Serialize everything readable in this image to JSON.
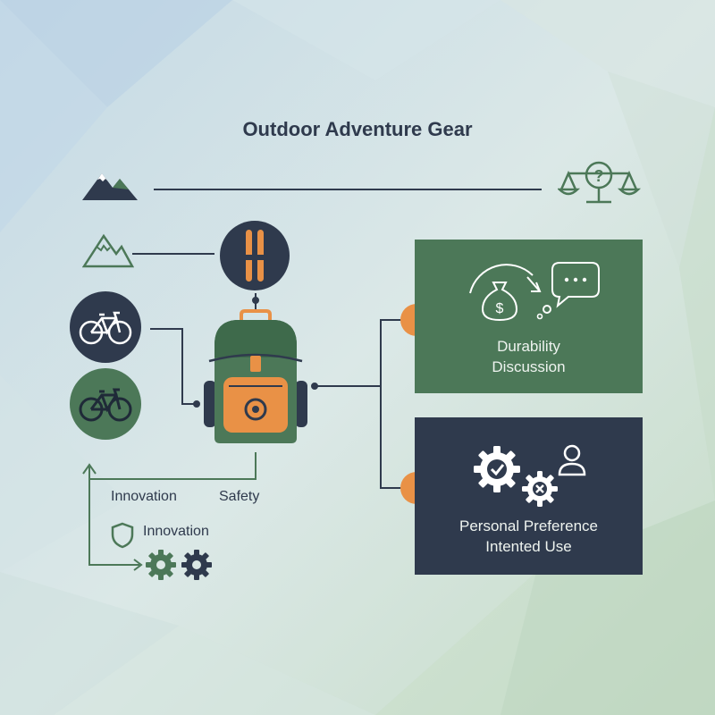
{
  "title": "Outdoor Adventure Gear",
  "labels": {
    "innovation_left": "Innovation",
    "safety": "Safety",
    "innovation_shield": "Innovation"
  },
  "cards": [
    {
      "line1": "Durability",
      "line2": "Discussion"
    },
    {
      "line1": "Personal Preference",
      "line2": "Intented Use"
    }
  ],
  "icons": [
    "mountain-icon",
    "mountain-outline-icon",
    "bicycle-icon",
    "skis-icon",
    "backpack-icon",
    "scale-question-icon",
    "money-bag-icon",
    "speech-bubble-icon",
    "gear-check-icon",
    "gear-x-icon",
    "person-icon",
    "shield-icon",
    "gears-icon"
  ],
  "colors": {
    "green": "#4c7858",
    "navy": "#2f3a4d",
    "orange": "#e99146",
    "background": "#dce8e6"
  }
}
